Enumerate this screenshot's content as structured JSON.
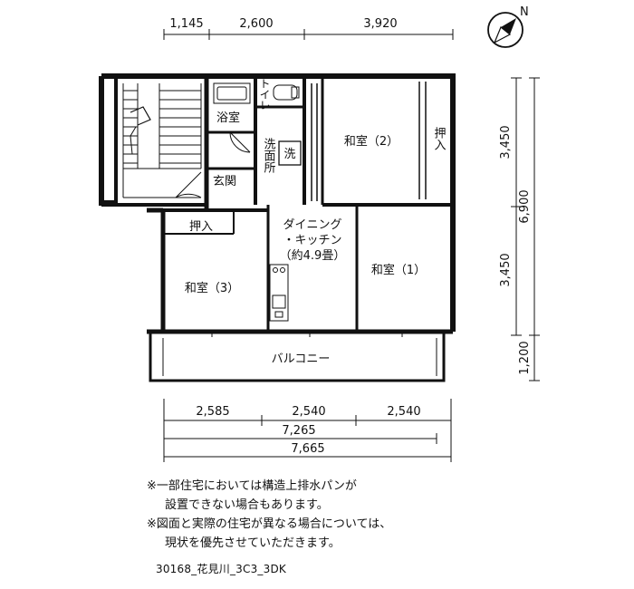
{
  "top_dimensions": [
    "1,145",
    "2,600",
    "3,920"
  ],
  "right_dimensions": [
    "3,450",
    "6,900",
    "3,450",
    "1,200"
  ],
  "bottom_dimensions": {
    "row1": [
      "2,585",
      "2,540",
      "2,540"
    ],
    "row2": "7,265",
    "row3": "7,665"
  },
  "rooms": {
    "bath": "浴室",
    "toilet": "トイレ",
    "washroom": "洗面所",
    "washer": "洗",
    "entrance": "玄関",
    "washitsu2": "和室（2）",
    "oshiire_right": "押入",
    "dining_kitchen_line1": "ダイニング",
    "dining_kitchen_line2": "・キッチン",
    "dining_kitchen_line3": "（約4.9畳）",
    "washitsu1": "和室（1）",
    "oshiire_left": "押入",
    "washitsu3": "和室（3）",
    "balcony": "バルコニー"
  },
  "notes": [
    "※一部住宅においては構造上排水パンが",
    "設置できない場合もあります。",
    "※図面と実際の住宅が異なる場合については、",
    "現状を優先させていただきます。"
  ],
  "code": "30168_花見川_3C3_3DK"
}
